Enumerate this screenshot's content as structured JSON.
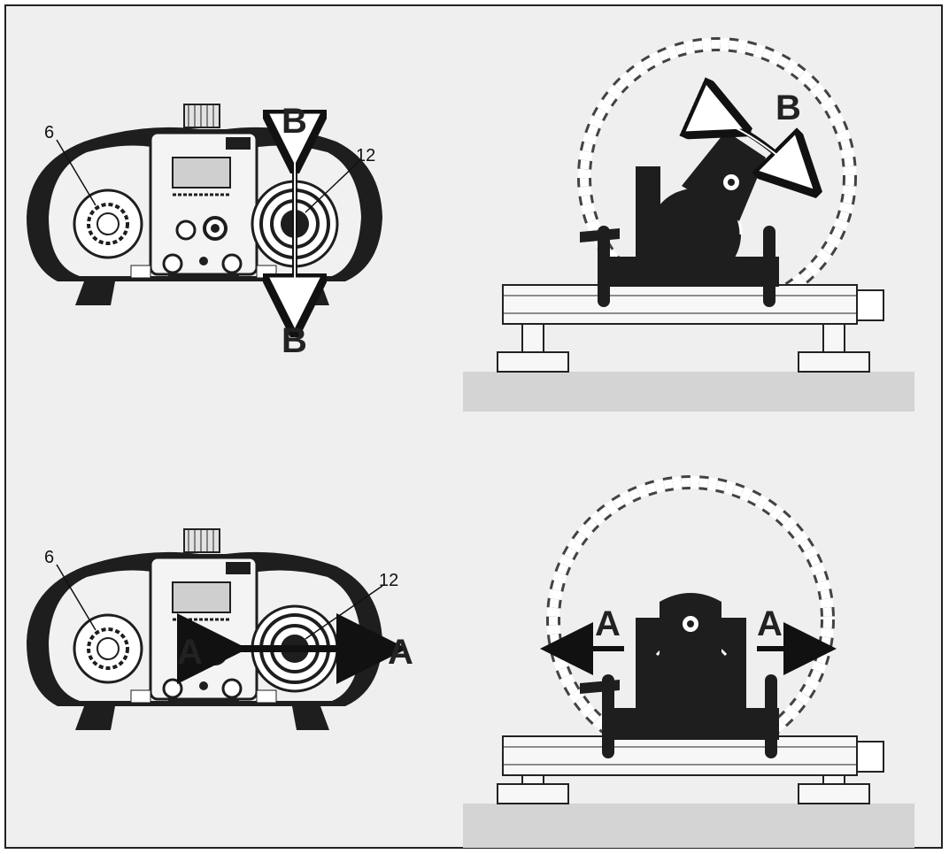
{
  "colors": {
    "background": "#efefef",
    "frame": "#222222",
    "ink": "#1e1e1e",
    "ground": "#d4d4d4"
  },
  "icons": [
    "remote-control",
    "joystick",
    "rotary-knob",
    "wall-saw",
    "saw-blade",
    "rail",
    "double-arrow",
    "arrow"
  ],
  "top": {
    "remote": {
      "knob_label": "6",
      "joystick_label": "12",
      "arrow_label_top": "B",
      "arrow_label_bottom": "B"
    },
    "saw": {
      "arrow_label": "B"
    }
  },
  "bottom": {
    "remote": {
      "knob_label": "6",
      "joystick_label": "12",
      "arrow_label_left": "A",
      "arrow_label_right": "A"
    },
    "saw": {
      "arrow_label_left": "A",
      "arrow_label_right": "A"
    }
  }
}
